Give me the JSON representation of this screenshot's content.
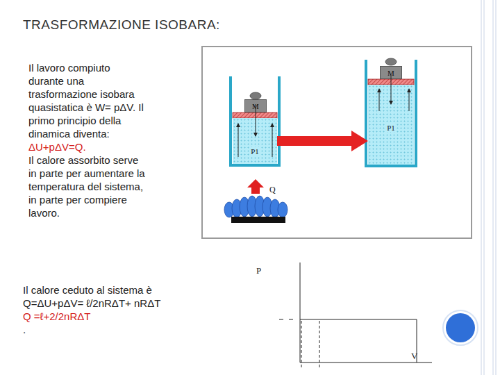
{
  "diagram": {
    "nodes": [
      {
        "text": [
          "M"
        ]
      },
      {
        "text": [
          "P1"
        ]
      },
      {
        "text": [
          "M"
        ]
      },
      {
        "text": [
          "P1"
        ]
      }
    ],
    "edges": [
      {
        "from": 1,
        "to": 3,
        "arrow": "to"
      }
    ],
    "labels": [
      "TRASFORMAZIONE ISOBARA:",
      "Il lavoro compiuto durante una trasformazione isobara quasistatica è W= pΔV. Il primo principio della dinamica diventa:",
      "ΔU+pΔV=Q.",
      "Il calore assorbito serve in parte per aumentare la temperatura del sistema, in parte per compiere lavoro.",
      "Q",
      "P",
      "V",
      "Il calore ceduto al sistema è Q=ΔU+pΔV= ℓ/2nRΔT+ nRΔT",
      "Q =ℓ+2/2nRΔT",
      "."
    ]
  }
}
